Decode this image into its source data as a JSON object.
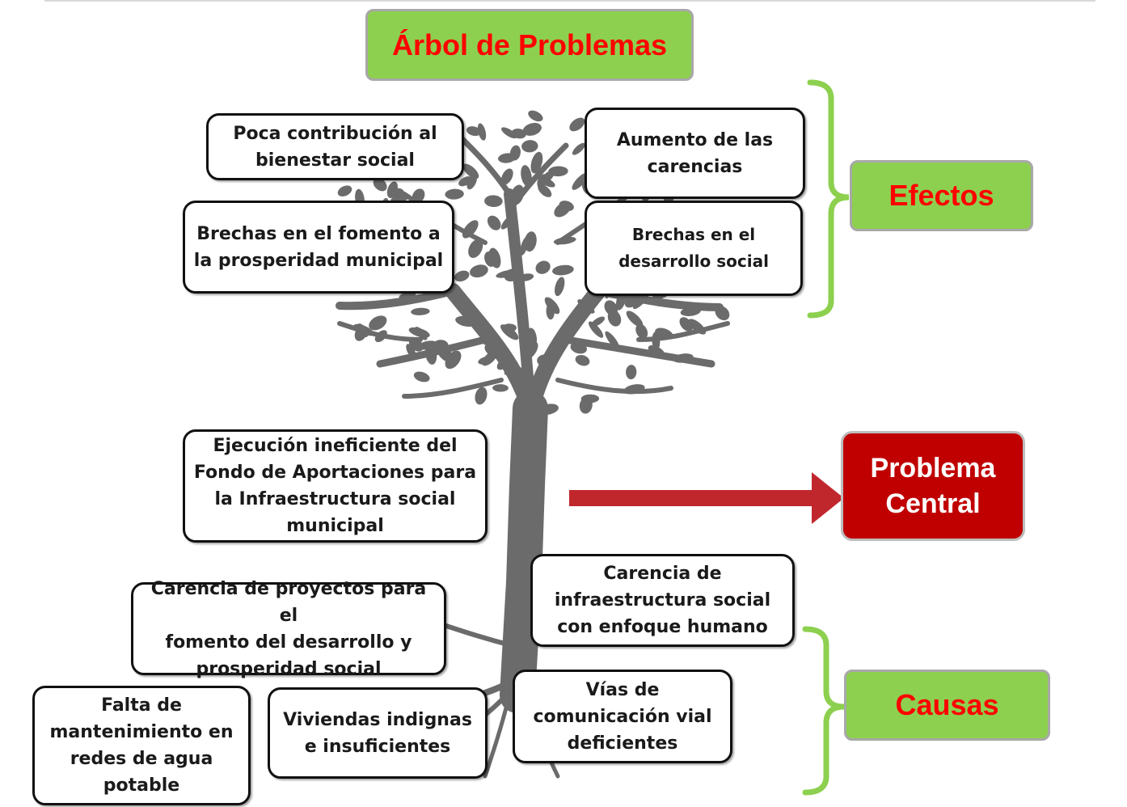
{
  "title": "Árbol de Problemas",
  "labels": {
    "efectos": "Efectos",
    "problema_central": "Problema\nCentral",
    "causas": "Causas"
  },
  "efectos": [
    "Poca contribución al\nbienestar social",
    "Aumento de las\ncarencias",
    "Brechas en el fomento a\nla prosperidad municipal",
    "Brechas en el\ndesarrollo social"
  ],
  "problema": "Ejecución ineficiente del\nFondo de Aportaciones para\nla Infraestructura social\nmunicipal",
  "causas": [
    "Carencia de\ninfraestructura social\ncon enfoque humano",
    "Carencia de proyectos para el\nfomento del desarrollo y\nprosperidad social",
    "Falta de\nmantenimiento en\nredes de agua\npotable",
    "Viviendas indignas\ne insuficientes",
    "Vías de\ncomunicación vial\ndeficientes"
  ],
  "colors": {
    "label_green": "#8dd04f",
    "label_text_red": "#ff0000",
    "central_red": "#c00000",
    "arrow_red": "#c0272d",
    "bracket_green": "#8dd04f",
    "tree_gray": "#6b6b6b"
  },
  "icons": {
    "tree": "tree-illustration-icon",
    "arrow": "right-arrow-icon"
  }
}
